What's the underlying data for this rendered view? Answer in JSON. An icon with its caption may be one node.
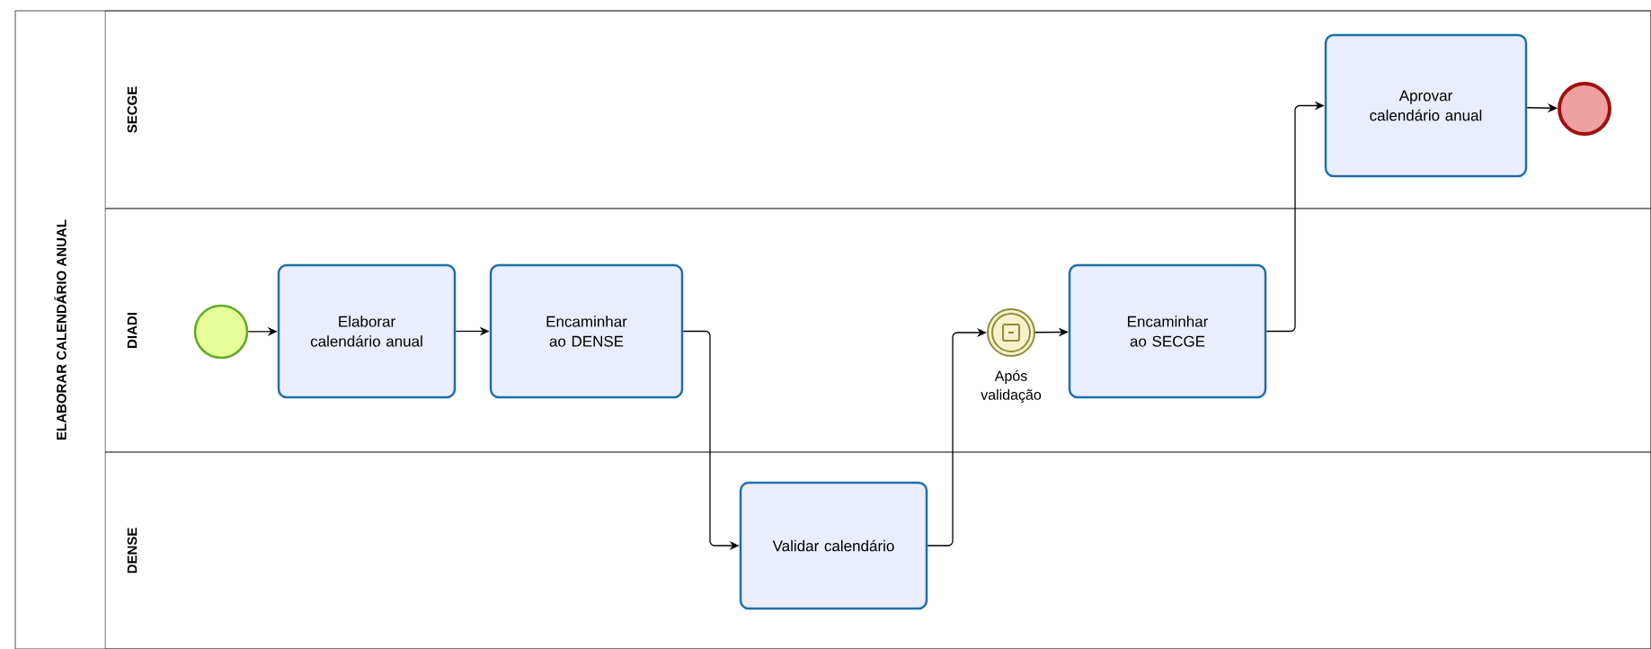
{
  "diagram": {
    "nodes": [
      {
        "text": [
          "ELABORAR CALENDÁRIO ANUAL"
        ]
      },
      {
        "text": [
          "SECGE"
        ],
        "in": 0
      },
      {
        "text": [
          "DIADI"
        ],
        "in": 0
      },
      {
        "text": [
          "DENSE"
        ],
        "in": 0
      },
      {
        "text": [],
        "shape": "circle",
        "in": 2
      },
      {
        "text": [
          "Elaborar calendário anual"
        ],
        "in": 2
      },
      {
        "text": [
          "Encaminhar ao DENSE"
        ],
        "in": 2
      },
      {
        "text": [
          "Validar calendário"
        ],
        "in": 3
      },
      {
        "text": [],
        "shape": "circle",
        "in": 2,
        "beside": [
          "Após validação"
        ]
      },
      {
        "text": [
          "Encaminhar ao SECGE"
        ],
        "in": 2
      },
      {
        "text": [
          "Aprovar calendário anual"
        ],
        "in": 1
      },
      {
        "text": [],
        "shape": "circle",
        "in": 1
      }
    ],
    "edges": [
      {
        "from": 4,
        "to": 5,
        "arrow": "to"
      },
      {
        "from": 5,
        "to": 6,
        "arrow": "to"
      },
      {
        "from": 6,
        "to": 7,
        "arrow": "to"
      },
      {
        "from": 7,
        "to": 8,
        "arrow": "to"
      },
      {
        "from": 8,
        "to": 9,
        "arrow": "to"
      },
      {
        "from": 9,
        "to": 10,
        "arrow": "to"
      },
      {
        "from": 10,
        "to": 11,
        "arrow": "to"
      }
    ]
  }
}
